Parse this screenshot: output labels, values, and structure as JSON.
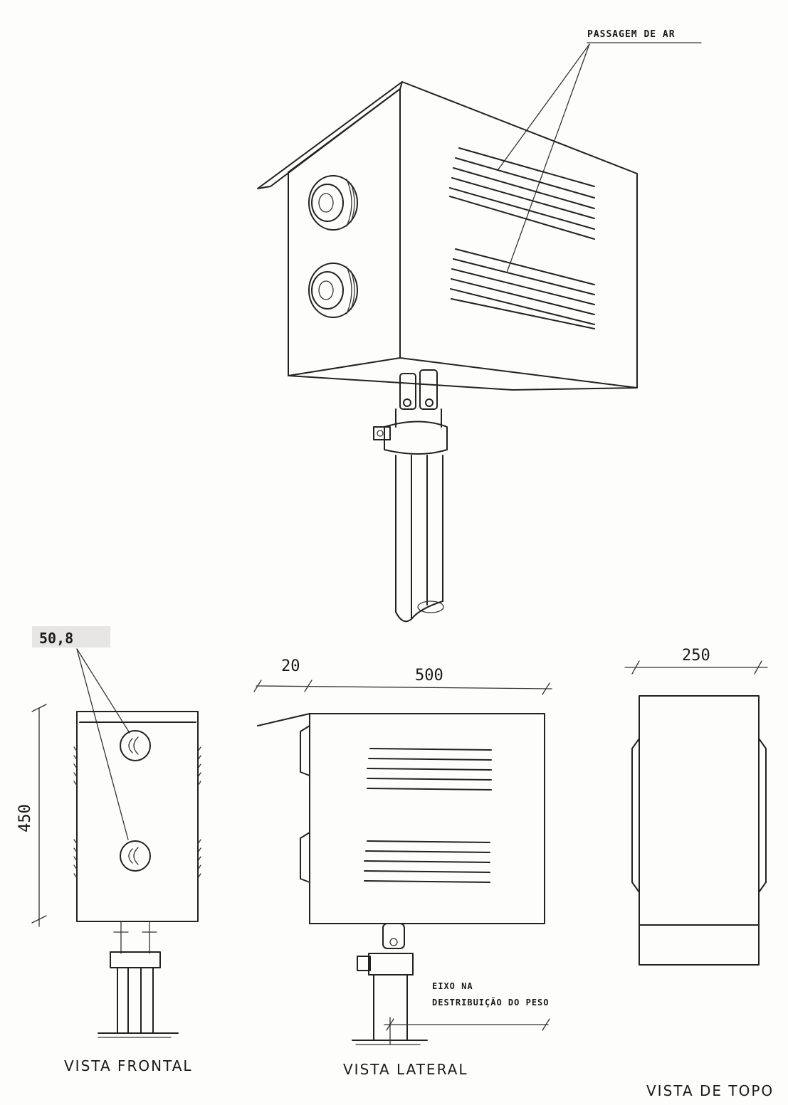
{
  "annotations": {
    "air_passage": "PASSAGEM DE AR",
    "diameter": "50,8",
    "axis_note_line1": "EIXO NA",
    "axis_note_line2": "DESTRIBUIÇÃO DO PESO"
  },
  "dimensions": {
    "height": "450",
    "roof_overhang": "20",
    "length": "500",
    "width": "250"
  },
  "captions": {
    "front": "VISTA FRONTAL",
    "side": "VISTA LATERAL",
    "top": "VISTA DE TOPO"
  }
}
